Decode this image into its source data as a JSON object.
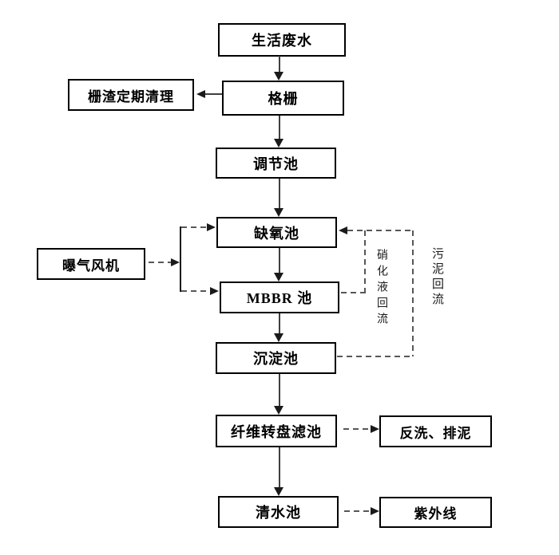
{
  "diagram": {
    "kind": "flowchart",
    "subject": "wastewater-treatment-process",
    "nodes": {
      "domestic_wastewater": {
        "label": "生活废水"
      },
      "bar_screen": {
        "label": "格栅"
      },
      "screen_residue_cleaning": {
        "label": "栅渣定期清理"
      },
      "regulating_tank": {
        "label": "调节池"
      },
      "anoxic_tank": {
        "label": "缺氧池"
      },
      "aeration_blower": {
        "label": "曝气风机"
      },
      "mbbr_tank": {
        "label": "MBBR 池"
      },
      "sedimentation_tank": {
        "label": "沉淀池"
      },
      "fiber_disc_filter": {
        "label": "纤维转盘滤池"
      },
      "backwash_sludge_discharge": {
        "label": "反洗、排泥"
      },
      "clear_water_tank": {
        "label": "清水池"
      },
      "uv_disinfection": {
        "label": "紫外线"
      }
    },
    "flow_labels": {
      "nitrified_liquid_return": "硝化液回流",
      "sludge_return": "污泥回流"
    },
    "edges": [
      {
        "from": "生活废水",
        "to": "格栅",
        "style": "solid"
      },
      {
        "from": "格栅",
        "to": "栅渣定期清理",
        "style": "solid"
      },
      {
        "from": "格栅",
        "to": "调节池",
        "style": "solid"
      },
      {
        "from": "调节池",
        "to": "缺氧池",
        "style": "solid"
      },
      {
        "from": "缺氧池",
        "to": "MBBR 池",
        "style": "solid"
      },
      {
        "from": "MBBR 池",
        "to": "沉淀池",
        "style": "solid"
      },
      {
        "from": "沉淀池",
        "to": "纤维转盘滤池",
        "style": "solid"
      },
      {
        "from": "纤维转盘滤池",
        "to": "清水池",
        "style": "solid"
      },
      {
        "from": "纤维转盘滤池",
        "to": "反洗、排泥",
        "style": "dashed"
      },
      {
        "from": "清水池",
        "to": "紫外线",
        "style": "dashed"
      },
      {
        "from": "曝气风机",
        "to": "缺氧池",
        "style": "dashed"
      },
      {
        "from": "曝气风机",
        "to": "MBBR 池",
        "style": "dashed"
      },
      {
        "from": "MBBR 池",
        "to": "缺氧池",
        "style": "dashed",
        "label": "硝化液回流"
      },
      {
        "from": "沉淀池",
        "to": "缺氧池",
        "style": "dashed",
        "label": "污泥回流"
      }
    ],
    "colors": {
      "background": "#ffffff",
      "box_border": "#000000",
      "box_text": "#000000",
      "solid_arrow": "#3f3f3f",
      "dashed_line": "#575757",
      "arrow_head": "#1a1a1a"
    }
  }
}
